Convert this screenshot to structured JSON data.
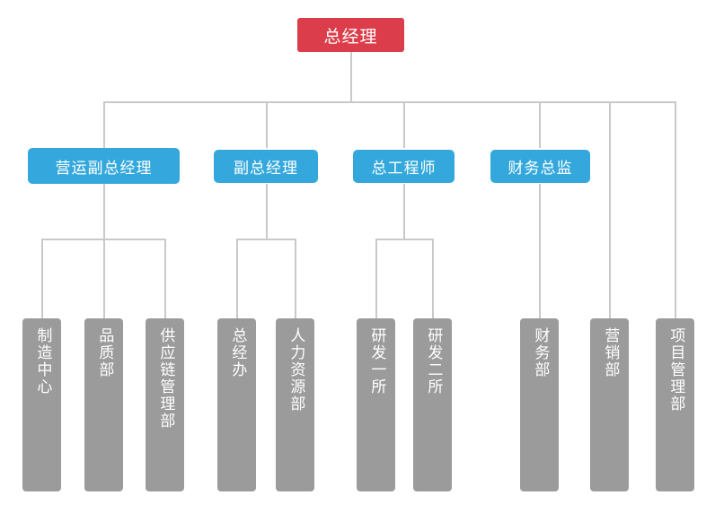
{
  "chart_title": "",
  "colors": {
    "root": "#dc3d4a",
    "level2": "#34a8dc",
    "leaf": "#9b9b9b",
    "connector": "#c9c9c9",
    "background": "#ffffff",
    "node_text": "#ffffff"
  },
  "root": {
    "label": "总经理"
  },
  "level2": [
    {
      "label": "营运副总经理"
    },
    {
      "label": "副总经理"
    },
    {
      "label": "总工程师"
    },
    {
      "label": "财务总监"
    }
  ],
  "leaves": [
    {
      "label": "制造中心",
      "parent": "营运副总经理"
    },
    {
      "label": "品质部",
      "parent": "营运副总经理"
    },
    {
      "label": "供应链管理部",
      "parent": "营运副总经理"
    },
    {
      "label": "总经办",
      "parent": "副总经理"
    },
    {
      "label": "人力资源部",
      "parent": "副总经理"
    },
    {
      "label": "研发一所",
      "parent": "总工程师"
    },
    {
      "label": "研发二所",
      "parent": "总工程师"
    },
    {
      "label": "财务部",
      "parent": "财务总监"
    },
    {
      "label": "营销部",
      "parent": "总经理"
    },
    {
      "label": "项目管理部",
      "parent": "总经理"
    }
  ]
}
